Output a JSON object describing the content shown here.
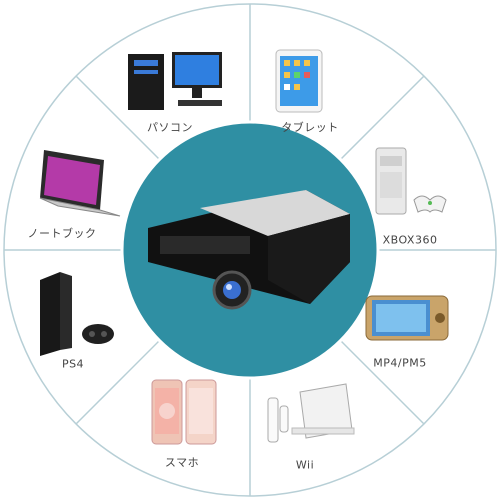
{
  "colors": {
    "hub": "#2f8fa3",
    "spoke": "#b7cfd6",
    "ring": "#b7cfd6",
    "label": "#444444"
  },
  "segments": [
    {
      "label": "パソコン",
      "icon": "desktop-computer-icon"
    },
    {
      "label": "タブレット",
      "icon": "tablet-icon"
    },
    {
      "label": "XBOX360",
      "icon": "game-console-icon"
    },
    {
      "label": "MP4/PM5",
      "icon": "media-player-icon"
    },
    {
      "label": "Wii",
      "icon": "wii-console-icon"
    },
    {
      "label": "スマホ",
      "icon": "smartphone-icon"
    },
    {
      "label": "PS4",
      "icon": "ps4-console-icon"
    },
    {
      "label": "ノートブック",
      "icon": "laptop-icon"
    }
  ],
  "center": {
    "icon": "projector-icon"
  }
}
